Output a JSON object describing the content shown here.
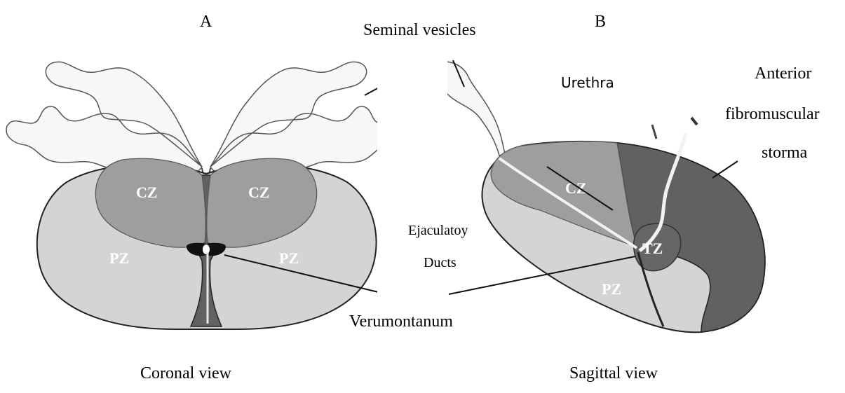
{
  "panels": {
    "a": {
      "letter": "A",
      "caption": "Coronal view",
      "zones": {
        "cz_left": "CZ",
        "cz_right": "CZ",
        "pz_left": "PZ",
        "pz_right": "PZ"
      }
    },
    "b": {
      "letter": "B",
      "caption": "Sagittal view",
      "zones": {
        "cz": "CZ",
        "tz": "TZ",
        "pz": "PZ"
      }
    }
  },
  "callouts": {
    "seminal_vesicles": "Seminal vesicles",
    "urethra": "Urethra",
    "anterior_line1": "Anterior",
    "anterior_line2": "fibromuscular",
    "anterior_line3": "storma",
    "ejaculatory_line1": "Ejaculatoy",
    "ejaculatory_line2": "Ducts",
    "verumontanum": "Verumontanum"
  },
  "colors": {
    "peripheral_zone": "#d4d4d4",
    "central_zone": "#9e9e9e",
    "dark_stroma": "#616161",
    "outline": "#222222",
    "vesicle_fill": "#f7f7f7"
  }
}
